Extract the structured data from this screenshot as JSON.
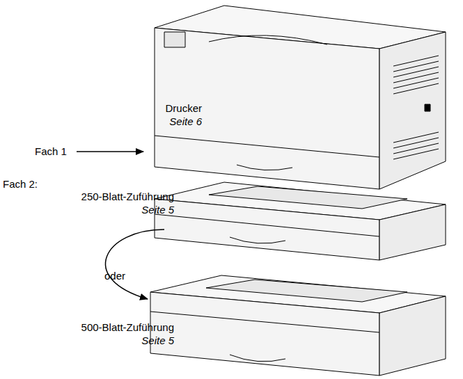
{
  "diagram": {
    "labels": [
      "Drucker",
      "Seite 6",
      "Fach 1",
      "Fach 2:",
      "250-Blatt-Zuführung",
      "Seite 5",
      "oder",
      "500-Blatt-Zuführung",
      "Seite 5"
    ]
  }
}
